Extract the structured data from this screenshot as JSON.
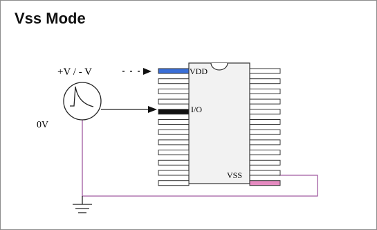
{
  "title": "Vss Mode",
  "source": {
    "voltage_label": "+V / - V",
    "ground_label": "0V"
  },
  "chip": {
    "pin_vdd": "VDD",
    "pin_io": "I/O",
    "pin_vss": "VSS",
    "pins_per_side": 12
  },
  "colors": {
    "vdd_pin": "#3a6fd8",
    "io_pin": "#111111",
    "vss_pin": "#e58ac0",
    "ground_wire": "#a05aa0"
  }
}
